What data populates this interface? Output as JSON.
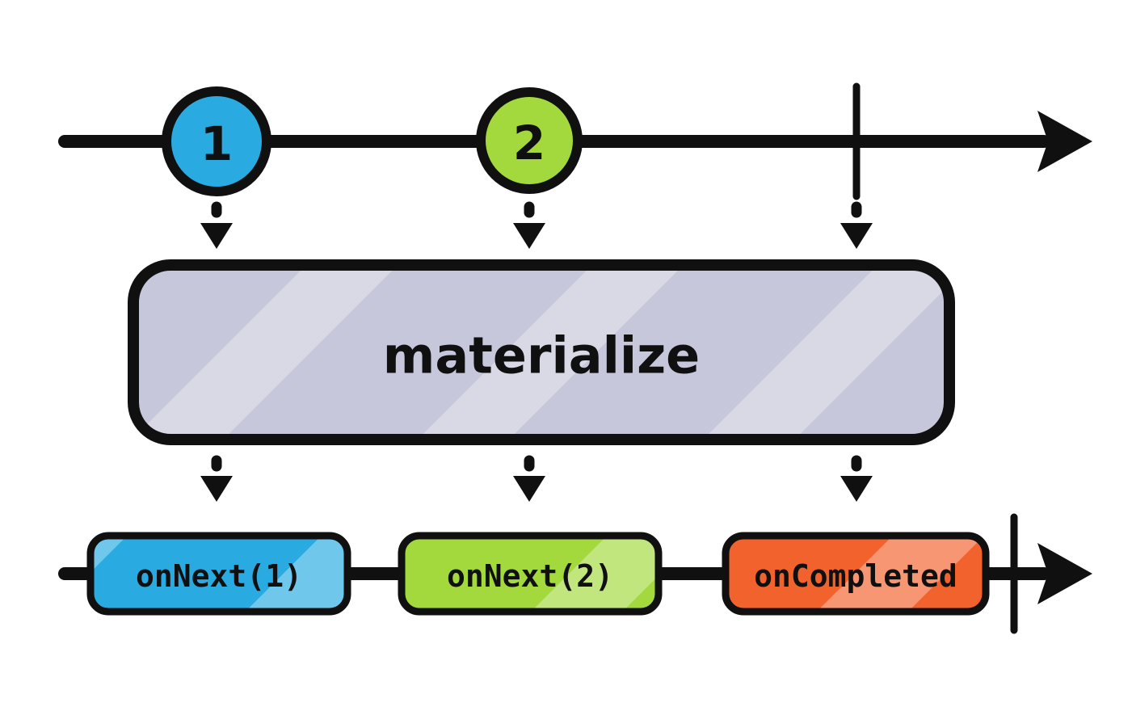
{
  "operator": {
    "label": "materialize",
    "fill": "#c6c7da"
  },
  "source_timeline": {
    "marbles": [
      {
        "label": "1",
        "color": "#29abe2"
      },
      {
        "label": "2",
        "color": "#a3d93d"
      }
    ],
    "completed": true
  },
  "output_timeline": {
    "notifications": [
      {
        "label": "onNext(1)",
        "color": "#29abe2"
      },
      {
        "label": "onNext(2)",
        "color": "#a3d93d"
      },
      {
        "label": "onCompleted",
        "color": "#f1622d"
      }
    ],
    "completed": true
  },
  "colors": {
    "stroke": "#101010",
    "background": "#ffffff",
    "glare": "#ffffff"
  }
}
